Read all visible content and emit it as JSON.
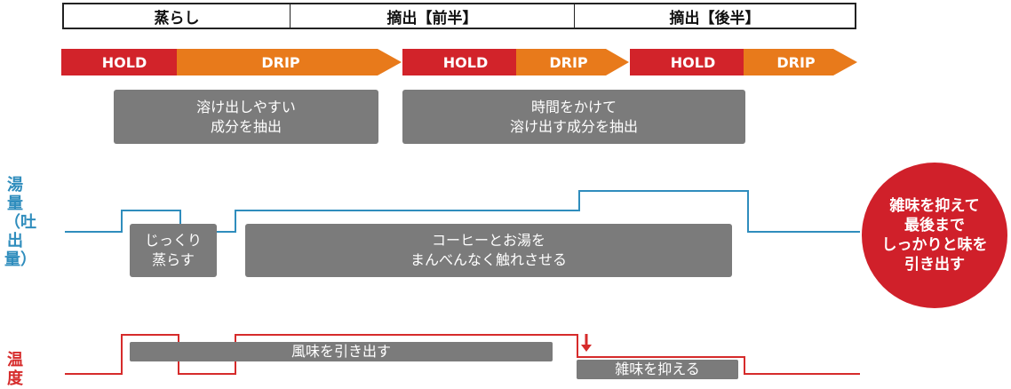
{
  "phases": [
    "蒸らし",
    "摘出【前半】",
    "摘出【後半】"
  ],
  "segments": [
    "HOLD",
    "DRIP",
    "HOLD",
    "DRIP",
    "HOLD",
    "DRIP"
  ],
  "colors": {
    "hold": "#d2232a",
    "drip": "#e87a1b",
    "water_line": "#2f8dbd",
    "temp_line": "#d62b2b",
    "box": "#7b7b7b"
  },
  "top_boxes": [
    {
      "line1": "溶け出しやすい",
      "line2": "成分を抽出"
    },
    {
      "line1": "時間をかけて",
      "line2": "溶け出す成分を抽出"
    }
  ],
  "water": {
    "axis_label": "湯量（吐出量）",
    "box_small": {
      "line1": "じっくり",
      "line2": "蒸らす"
    },
    "box_large": {
      "line1": "コーヒーとお湯を",
      "line2": "まんべんなく触れさせる"
    }
  },
  "temp": {
    "axis_label": "温度",
    "box_left": "風味を引き出す",
    "box_right": "雑味を抑える"
  },
  "circle": {
    "lines": [
      "雑味を抑えて",
      "最後まで",
      "しっかりと味を",
      "引き出す"
    ]
  }
}
